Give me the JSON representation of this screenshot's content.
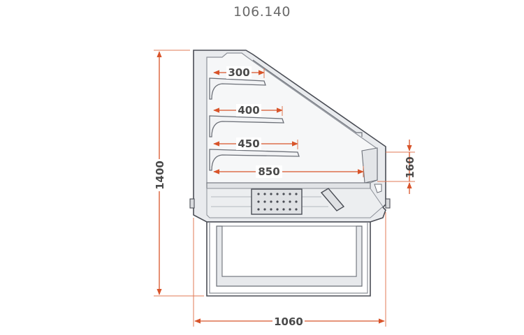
{
  "title": "106.140",
  "dimensions": {
    "shelf_1": "300",
    "shelf_2": "400",
    "shelf_3": "450",
    "base_depth": "850",
    "front_height": "160",
    "total_height": "1400",
    "total_width": "1060"
  },
  "colors": {
    "dimension": "#d8542a",
    "outline": "#4a4d55",
    "text": "#4a4a4a"
  }
}
